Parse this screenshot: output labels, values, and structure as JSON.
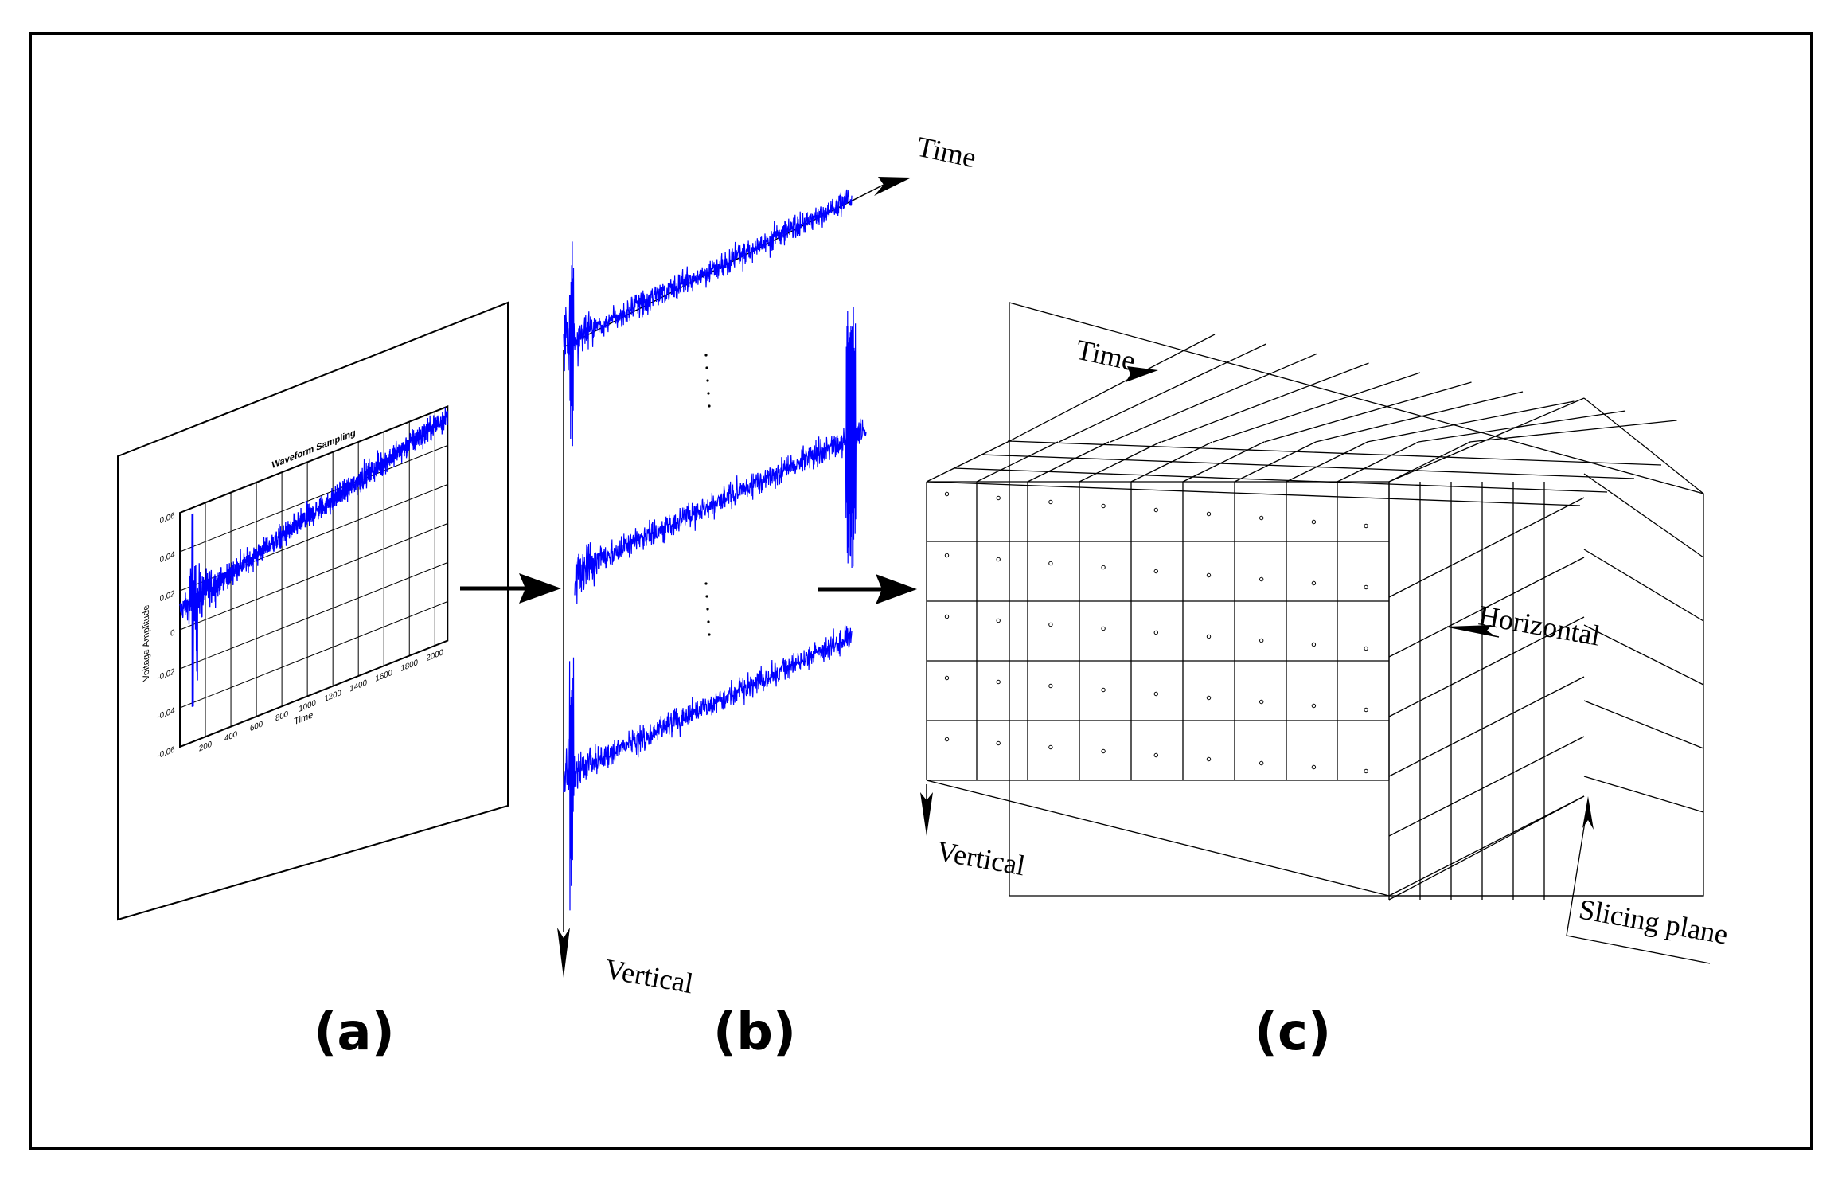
{
  "panels": {
    "a": {
      "label": "(a)",
      "plot_title": "Waveform Sampling",
      "ylabel": "Voltage Amplitude",
      "xlabel": "Time",
      "yticks": [
        "0.06",
        "0.04",
        "0.02",
        "0",
        "-0.02",
        "-0.04",
        "-0.06"
      ],
      "xticks": [
        "200",
        "400",
        "600",
        "800",
        "1000",
        "1200",
        "1400",
        "1600",
        "1800",
        "2000"
      ]
    },
    "b": {
      "label": "(b)",
      "time_axis": "Time",
      "vertical_axis": "Vertical"
    },
    "c": {
      "label": "(c)",
      "time_axis": "Time",
      "horizontal_axis": "Horizontal",
      "vertical_axis": "Vertical",
      "slicing_plane": "Slicing plane"
    }
  },
  "colors": {
    "waveform": "#0000ff",
    "ink": "#000000",
    "background": "#ffffff"
  },
  "chart_data": {
    "type": "line",
    "title": "Waveform Sampling",
    "xlabel": "Time",
    "ylabel": "Voltage Amplitude",
    "xlim": [
      0,
      2100
    ],
    "ylim": [
      -0.06,
      0.06
    ],
    "grid": true,
    "trend": {
      "x": [
        0,
        2100
      ],
      "y": [
        0.01,
        0.055
      ]
    },
    "spike": {
      "x": 100,
      "y_min": -0.042,
      "y_max": 0.057
    }
  }
}
